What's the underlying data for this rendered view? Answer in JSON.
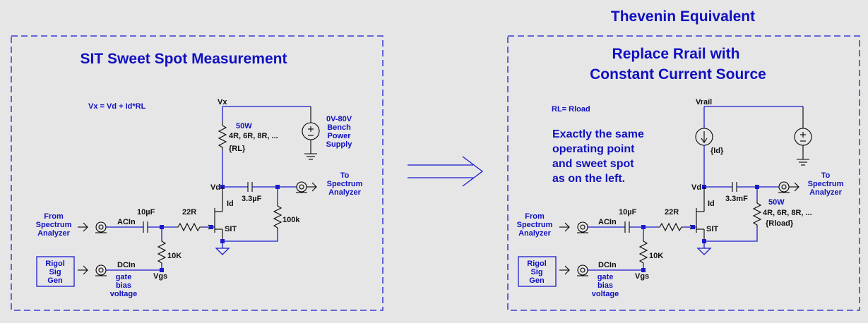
{
  "header": {
    "title": "Thevenin Equivalent"
  },
  "left": {
    "title": "SIT Sweet Spot Measurement",
    "equation": "Vx = Vd + Id*RL",
    "net_vx": "Vx",
    "net_vd": "Vd",
    "net_vgs": "Vgs",
    "net_acin": "ACIn",
    "net_dcin": "DCIn",
    "load_power": "50W",
    "load_values": "4R, 6R, 8R, ...",
    "load_ref": "{RL}",
    "supply": [
      "0V-80V",
      "Bench",
      "Power",
      "Supply"
    ],
    "from_analyzer": [
      "From",
      "Spectrum",
      "Analyzer"
    ],
    "to_analyzer": [
      "To",
      "Spectrum",
      "Analyzer"
    ],
    "cap_in": "10µF",
    "gate_res": "22R",
    "bias_res": "10K",
    "out_cap": "3.3µF",
    "out_res": "100k",
    "device": "SIT",
    "current_label": "Id",
    "generator": [
      "Rigol",
      "Sig",
      "Gen"
    ],
    "gate_note": [
      "gate",
      "bias",
      "voltage"
    ]
  },
  "right": {
    "title_line1": "Replace Rrail with",
    "title_line2": "Constant Current Source",
    "rl_eq": "RL= Rload",
    "note": [
      "Exactly the same",
      "operating point",
      "and sweet spot",
      "as on the left."
    ],
    "net_vrail": "Vrail",
    "net_vd": "Vd",
    "net_vgs": "Vgs",
    "net_acin": "ACIn",
    "net_dcin": "DCIn",
    "source_ref": "{Id}",
    "current_label": "Id",
    "out_cap": "3.3mF",
    "load_power": "50W",
    "load_values": "4R, 6R, 8R, ...",
    "load_ref": "{Rload}",
    "from_analyzer": [
      "From",
      "Spectrum",
      "Analyzer"
    ],
    "to_analyzer": [
      "To",
      "Spectrum",
      "Analyzer"
    ],
    "cap_in": "10µF",
    "gate_res": "22R",
    "bias_res": "10K",
    "device": "SIT",
    "generator": [
      "Rigol",
      "Sig",
      "Gen"
    ],
    "gate_note": [
      "gate",
      "bias",
      "voltage"
    ]
  },
  "colors": {
    "wire": "#1b1bd0",
    "text": "#1010c0",
    "component": "#000000",
    "background": "#e6e6e6"
  }
}
